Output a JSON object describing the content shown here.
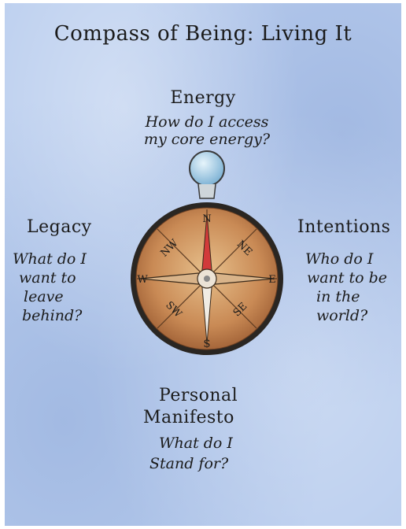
{
  "title": "Compass of Being: Living It",
  "north": {
    "heading": "Energy",
    "question_line1": "How do I access",
    "question_line2": "my core energy?"
  },
  "east": {
    "heading": "Intentions",
    "question_line1": "Who do I",
    "question_line2": "want to be",
    "question_line3": "in the",
    "question_line4": "world?"
  },
  "south": {
    "heading_line1": "Personal",
    "heading_line2": "Manifesto",
    "question_line1": "What do I",
    "question_line2": "Stand for?"
  },
  "west": {
    "heading": "Legacy",
    "question_line1": "What do I",
    "question_line2": "want to",
    "question_line3": "leave",
    "question_line4": "behind?"
  },
  "compass": {
    "directions": {
      "n": "N",
      "e": "E",
      "s": "S",
      "w": "W",
      "ne": "NE",
      "se": "SE",
      "sw": "SW",
      "nw": "NW"
    },
    "colors": {
      "face": "#c98a55",
      "rim": "#2a2622",
      "needle_north": "#d23a3a",
      "bezel": "#a9cfe6"
    }
  }
}
